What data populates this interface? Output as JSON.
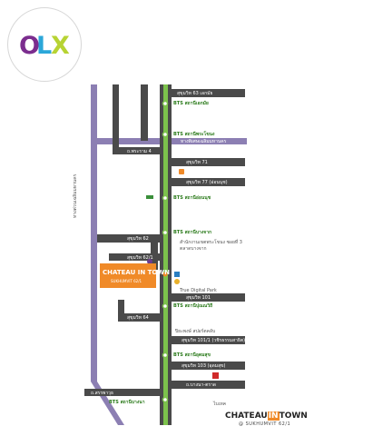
{
  "logo": {
    "o": "O",
    "l": "L",
    "x": "X"
  },
  "project": {
    "name": "CHATEAU IN TOWN",
    "subtitle": "SUKHUMVIT 62/1"
  },
  "brand": {
    "prefix": "CHATEAU",
    "in": "IN",
    "suffix": "TOWN",
    "subtitle": "@ SUKHUMVIT 62/1"
  },
  "roads": {
    "soi_63": "สุขุมวิท 63 เอกมัย",
    "phra_ram_4": "ถ.พระราม 4",
    "soi_71": "สุขุมวิท 71",
    "soi_77": "สุขุมวิท 77 (อ่อนนุช)",
    "soi_62": "สุขุมวิท 62",
    "soi_62_1": "สุขุมวิท 62/1",
    "soi_101": "สุขุมวิท 101",
    "soi_64": "สุขุมวิท 64",
    "soi_101_1": "สุขุมวิท 101/1 (วชิรธรรมสาธิต)",
    "soi_103": "สุขุมวิท 103 (อุดมสุข)",
    "bangna_trad": "ถ.บางนา-ตราด",
    "sanphawut": "ถ.สรรพาวุธ",
    "expressway": "ทางด่วนเฉลิมมหานคร"
  },
  "bts": {
    "ekkamai": "BTS สถานีเอกมัย",
    "phra_khanong": "BTS สถานีพระโขนง",
    "on_nut": "BTS สถานีอ่อนนุช",
    "bang_chak": "BTS สถานีบางจาก",
    "punnawithi": "BTS สถานีปุณณวิถี",
    "udom_suk": "BTS สถานีอุดมสุข",
    "bang_na": "BTS สถานีบางนา"
  },
  "poi": {
    "expressway_crossing": "ทางพิเศษเฉลิมมหานคร",
    "market_row1": "สำนักงานเขตพระโขนง ซอยที่ 3",
    "market_row2": "ตลาดบางจาก",
    "true_digital": "True Digital Park",
    "condo_row1": "ปิยะพงษ์ สปอร์ตคลับ",
    "big_c": "ไบเทค"
  },
  "colors": {
    "road": "#4a4a4a",
    "expressway": "#8c7fb3",
    "bts_line": "#7cc24c",
    "brand_orange": "#f08a28"
  }
}
